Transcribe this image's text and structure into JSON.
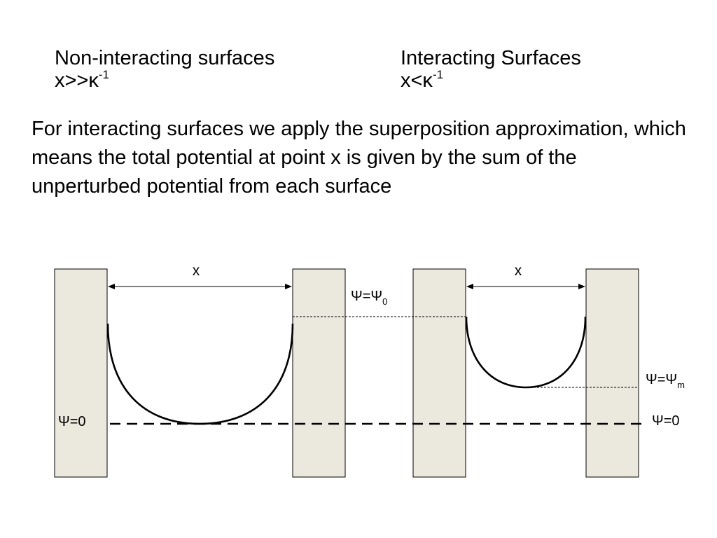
{
  "headings": {
    "left": {
      "title": "Non-interacting surfaces",
      "expr_main": "x>>κ",
      "expr_sup": "-1"
    },
    "right": {
      "title": "Interacting Surfaces",
      "expr_main": "x<κ",
      "expr_sup": "-1"
    }
  },
  "paragraph": "For interacting surfaces we apply the superposition approximation, which means the total potential at point x is given by the sum of the unperturbed potential from each surface",
  "diagram": {
    "colors": {
      "plate_fill": "#ebe8de",
      "stroke": "#000000"
    },
    "left": {
      "gap_label": "x",
      "zero_label": "Ψ=0",
      "wall_label": "Ψ=Ψ",
      "wall_label_sub": "0"
    },
    "right": {
      "gap_label": "x",
      "mid_label": "Ψ=Ψ",
      "mid_label_sub": "m",
      "zero_label": "Ψ=0"
    }
  }
}
